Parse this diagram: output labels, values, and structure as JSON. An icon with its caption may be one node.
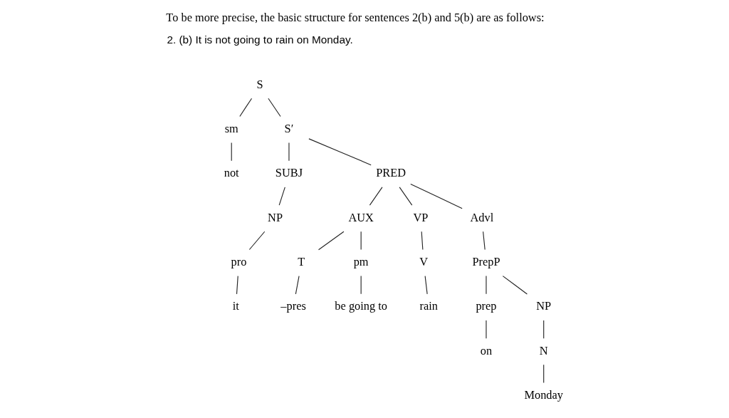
{
  "diagram": {
    "title": "To be more precise, the basic structure for sentences 2(b) and 5(b) are as follows:",
    "nodes": [
      {
        "text": [
          "S"
        ]
      },
      {
        "text": [
          "sm"
        ]
      },
      {
        "text": [
          "not"
        ]
      },
      {
        "text": [
          "S′"
        ]
      },
      {
        "text": [
          "SUBJ"
        ]
      },
      {
        "text": [
          "NP"
        ]
      },
      {
        "text": [
          "pro"
        ]
      },
      {
        "text": [
          "it"
        ]
      },
      {
        "text": [
          "PRED"
        ]
      },
      {
        "text": [
          "AUX"
        ]
      },
      {
        "text": [
          "T"
        ]
      },
      {
        "text": [
          "–pres"
        ]
      },
      {
        "text": [
          "pm"
        ]
      },
      {
        "text": [
          "be going to"
        ]
      },
      {
        "text": [
          "VP"
        ]
      },
      {
        "text": [
          "V"
        ]
      },
      {
        "text": [
          "rain"
        ]
      },
      {
        "text": [
          "Advl"
        ]
      },
      {
        "text": [
          "PrepP"
        ]
      },
      {
        "text": [
          "prep"
        ]
      },
      {
        "text": [
          "on"
        ]
      },
      {
        "text": [
          "NP"
        ]
      },
      {
        "text": [
          "N"
        ]
      },
      {
        "text": [
          "Monday"
        ]
      }
    ],
    "edges": [
      {
        "from": 0,
        "to": 1,
        "arrow": "none"
      },
      {
        "from": 0,
        "to": 3,
        "arrow": "none"
      },
      {
        "from": 1,
        "to": 2,
        "arrow": "none"
      },
      {
        "from": 3,
        "to": 4,
        "arrow": "none"
      },
      {
        "from": 3,
        "to": 8,
        "arrow": "none"
      },
      {
        "from": 4,
        "to": 5,
        "arrow": "none"
      },
      {
        "from": 5,
        "to": 6,
        "arrow": "none"
      },
      {
        "from": 6,
        "to": 7,
        "arrow": "none"
      },
      {
        "from": 8,
        "to": 9,
        "arrow": "none"
      },
      {
        "from": 8,
        "to": 14,
        "arrow": "none"
      },
      {
        "from": 8,
        "to": 17,
        "arrow": "none"
      },
      {
        "from": 9,
        "to": 10,
        "arrow": "none"
      },
      {
        "from": 9,
        "to": 12,
        "arrow": "none"
      },
      {
        "from": 10,
        "to": 11,
        "arrow": "none"
      },
      {
        "from": 12,
        "to": 13,
        "arrow": "none"
      },
      {
        "from": 14,
        "to": 15,
        "arrow": "none"
      },
      {
        "from": 15,
        "to": 16,
        "arrow": "none"
      },
      {
        "from": 17,
        "to": 18,
        "arrow": "none"
      },
      {
        "from": 18,
        "to": 19,
        "arrow": "none"
      },
      {
        "from": 18,
        "to": 21,
        "arrow": "none"
      },
      {
        "from": 19,
        "to": 20,
        "arrow": "none"
      },
      {
        "from": 21,
        "to": 22,
        "arrow": "none"
      },
      {
        "from": 22,
        "to": 23,
        "arrow": "none"
      }
    ],
    "labels": [
      "2. (b) It is not going to rain on Monday."
    ]
  }
}
